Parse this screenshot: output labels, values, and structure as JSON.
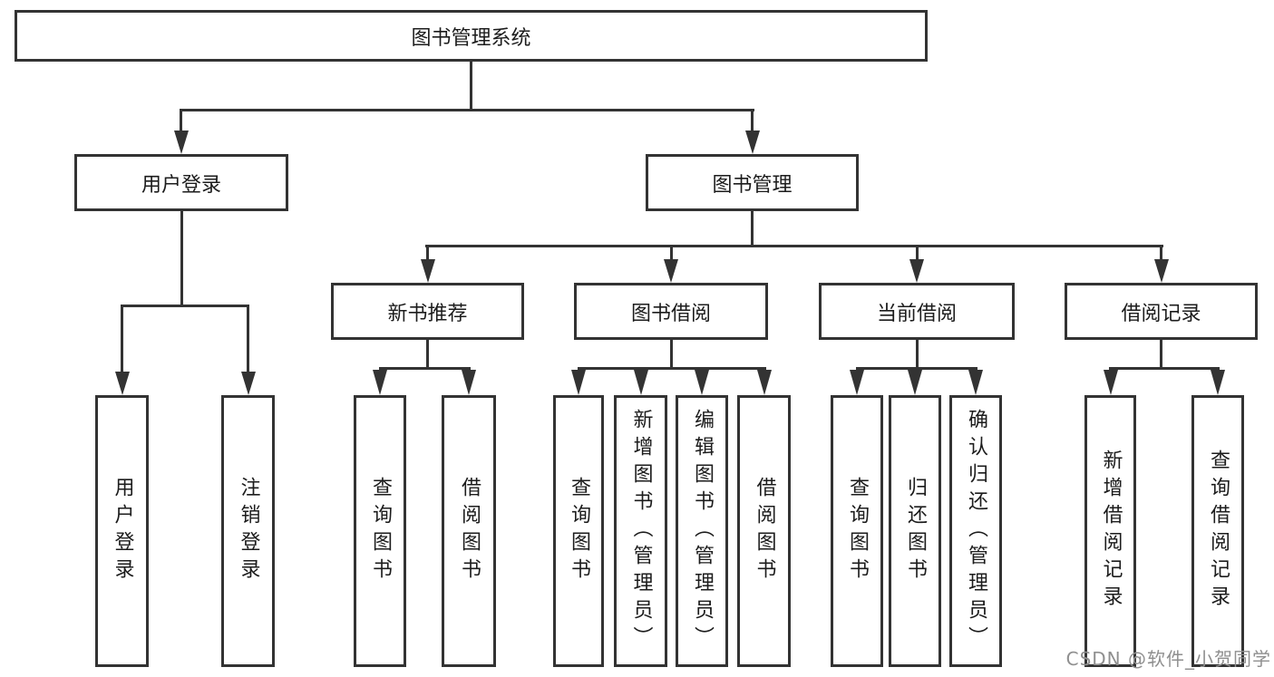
{
  "diagram_title": "图书管理系统",
  "tree": {
    "label": "图书管理系统",
    "children": [
      {
        "label": "用户登录",
        "children": [
          {
            "label": "用户登录"
          },
          {
            "label": "注销登录"
          }
        ]
      },
      {
        "label": "图书管理",
        "children": [
          {
            "label": "新书推荐",
            "children": [
              {
                "label": "查询图书"
              },
              {
                "label": "借阅图书"
              }
            ]
          },
          {
            "label": "图书借阅",
            "children": [
              {
                "label": "查询图书"
              },
              {
                "label": "新增图书（管理员）"
              },
              {
                "label": "编辑图书（管理员）"
              },
              {
                "label": "借阅图书"
              }
            ]
          },
          {
            "label": "当前借阅",
            "children": [
              {
                "label": "查询图书"
              },
              {
                "label": "归还图书"
              },
              {
                "label": "确认归还（管理员）"
              }
            ]
          },
          {
            "label": "借阅记录",
            "children": [
              {
                "label": "新增借阅记录"
              },
              {
                "label": "查询借阅记录"
              }
            ]
          }
        ]
      }
    ]
  },
  "watermark": "CSDN @软件_小贺同学",
  "colors": {
    "line": "#333333",
    "text": "#1c1c1c",
    "watermark": "#8f8f8f",
    "background": "#ffffff"
  }
}
